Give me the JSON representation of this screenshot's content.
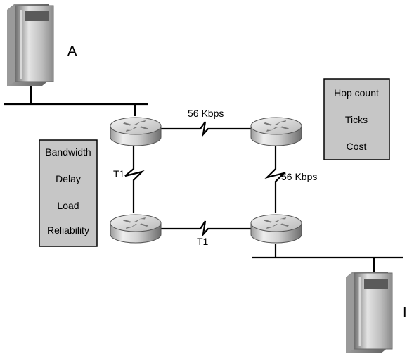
{
  "hosts": [
    {
      "label": "A"
    },
    {
      "label": "I"
    }
  ],
  "links": {
    "top": "56 Kbps",
    "left": "T1",
    "right": "56 Kbps",
    "bottom": "T1"
  },
  "metric_boxes": {
    "left": [
      "Bandwidth",
      "Delay",
      "Load",
      "Reliability"
    ],
    "right": [
      "Hop count",
      "Ticks",
      "Cost"
    ]
  },
  "colors": {
    "box_fill": "#c6c6c6",
    "router_light": "#e6e6e6",
    "router_dark": "#7a7a7a",
    "server_light": "#e2e2e2",
    "server_dark": "#6f6f6f",
    "line": "#000000"
  }
}
